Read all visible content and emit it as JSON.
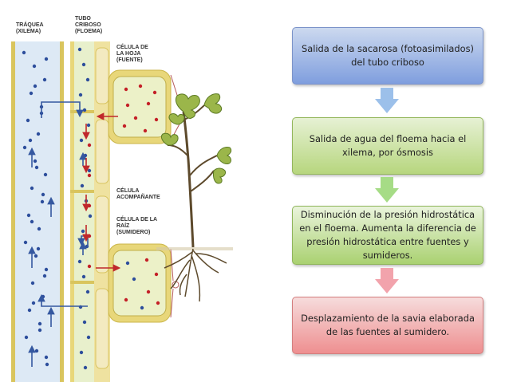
{
  "labels": {
    "traquea": "TRÁQUEA",
    "xilema": "(XILEMA)",
    "tubo": "TUBO",
    "criboso": "CRIBOSO",
    "floema": "(FLOEMA)",
    "celula_hoja_1": "CÉLULA DE",
    "celula_hoja_2": "LA HOJA",
    "celula_hoja_3": "(FUENTE)",
    "celula_acomp_1": "CÉLULA",
    "celula_acomp_2": "ACOMPAÑANTE",
    "celula_raiz_1": "CÉLULA DE LA",
    "celula_raiz_2": "RAÍZ",
    "celula_raiz_3": "(SUMIDERO)"
  },
  "steps": [
    {
      "text": "Salida de la sacarosa (fotoasimilados) del tubo criboso",
      "color": "#8fa8e0"
    },
    {
      "text": "Salida de agua del floema hacia el xilema, por ósmosis",
      "color": "#b7d67e"
    },
    {
      "text": "Disminución de la presión hidrostática en el floema. Aumenta la diferencia de presión hidrostática entre fuentes y sumideros.",
      "color": "#aad171"
    },
    {
      "text": "Desplazamiento de la savia elaborada de las fuentes al sumidero.",
      "color": "#ee8f90"
    }
  ],
  "colors": {
    "xylem_fill": "#dde9f5",
    "phloem_fill": "#e8f0cc",
    "wall": "#e8d77a",
    "water_arrow": "#3558a0",
    "sugar_arrow": "#c0282b",
    "water_dot": "#2d4e9c",
    "sugar_dot": "#c42027",
    "arrow1": "#9cc0ea",
    "arrow2": "#a6dc86",
    "arrow3": "#f2a3ac"
  }
}
